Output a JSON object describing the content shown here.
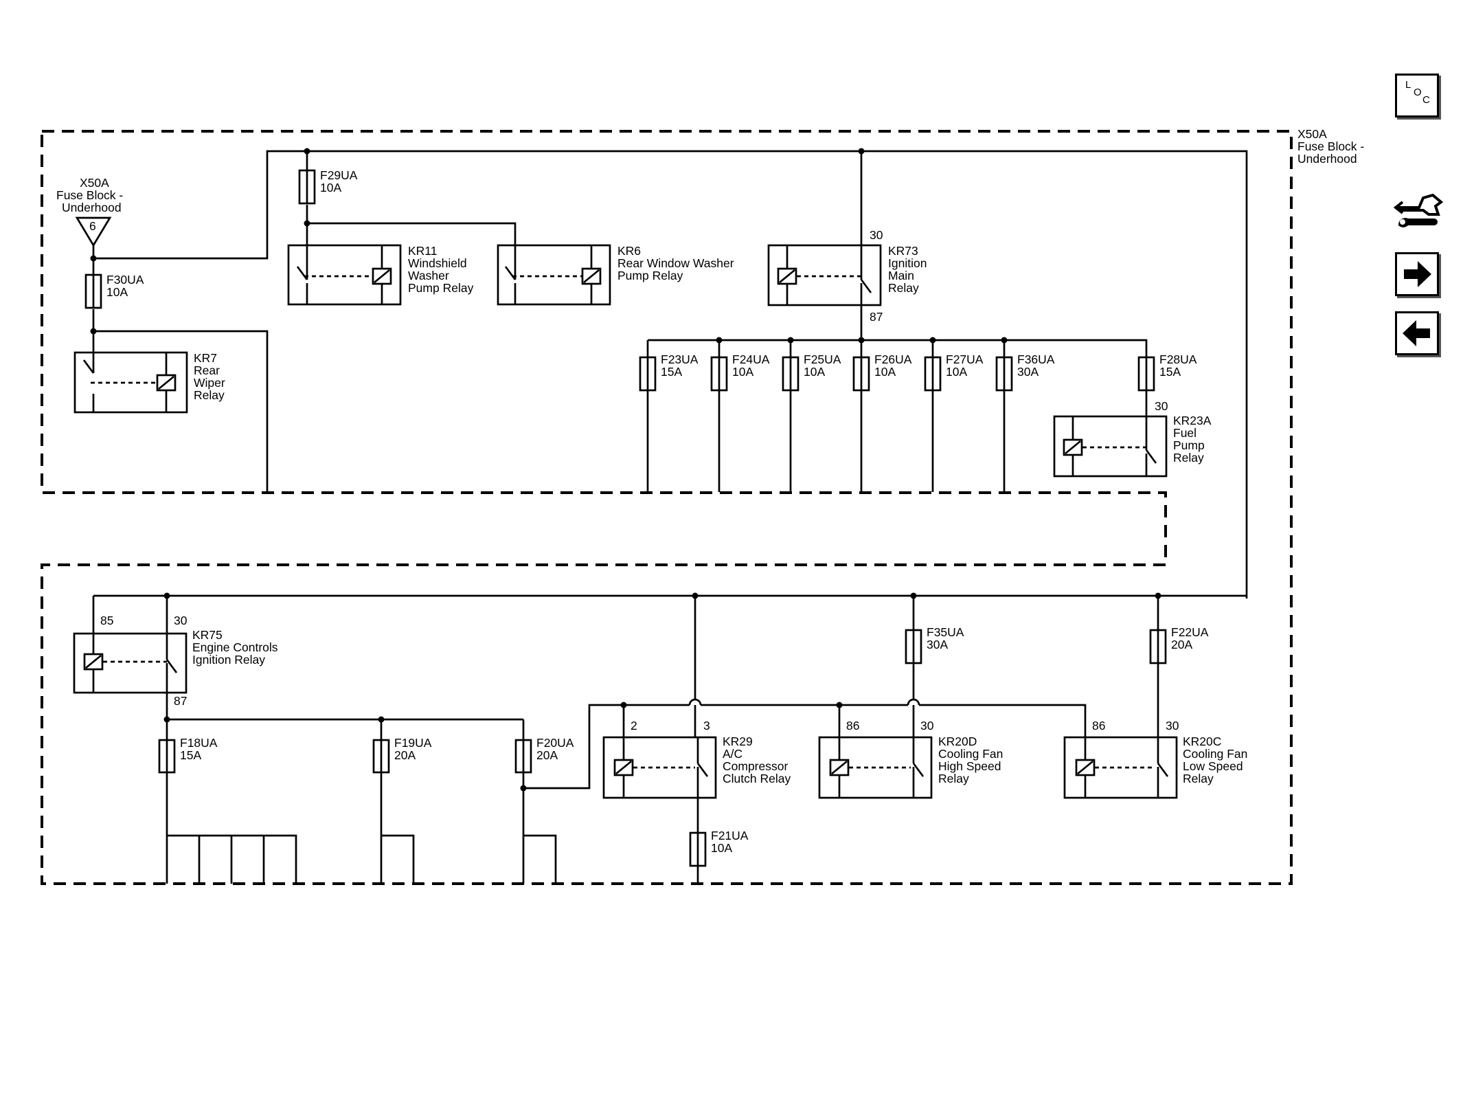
{
  "block_label": [
    "X50A",
    "Fuse Block -",
    "Underhood"
  ],
  "pin_label": "6",
  "wire_pins": {
    "p30": "30",
    "p87": "87",
    "p85": "85",
    "p86": "86",
    "p2": "2",
    "p3": "3"
  },
  "fuses": [
    [
      "F30UA",
      "10A"
    ],
    [
      "F29UA",
      "10A"
    ],
    [
      "F23UA",
      "15A"
    ],
    [
      "F24UA",
      "10A"
    ],
    [
      "F25UA",
      "10A"
    ],
    [
      "F26UA",
      "10A"
    ],
    [
      "F27UA",
      "10A"
    ],
    [
      "F36UA",
      "30A"
    ],
    [
      "F28UA",
      "15A"
    ],
    [
      "F35UA",
      "30A"
    ],
    [
      "F22UA",
      "20A"
    ],
    [
      "F18UA",
      "15A"
    ],
    [
      "F19UA",
      "20A"
    ],
    [
      "F20UA",
      "20A"
    ],
    [
      "F21UA",
      "10A"
    ]
  ],
  "relays": [
    [
      "KR7",
      "Rear",
      "Wiper",
      "Relay"
    ],
    [
      "KR11",
      "Windshield",
      "Washer",
      "Pump Relay"
    ],
    [
      "KR6",
      "Rear Window Washer",
      "Pump Relay"
    ],
    [
      "KR73",
      "Ignition",
      "Main",
      "Relay"
    ],
    [
      "KR23A",
      "Fuel",
      "Pump",
      "Relay"
    ],
    [
      "KR75",
      "Engine Controls",
      "Ignition Relay"
    ],
    [
      "KR29",
      "A/C",
      "Compressor",
      "Clutch Relay"
    ],
    [
      "KR20D",
      "Cooling Fan",
      "High Speed",
      "Relay"
    ],
    [
      "KR20C",
      "Cooling Fan",
      "Low Speed",
      "Relay"
    ]
  ],
  "nav": {
    "loc": [
      "L",
      "O",
      "C"
    ]
  }
}
